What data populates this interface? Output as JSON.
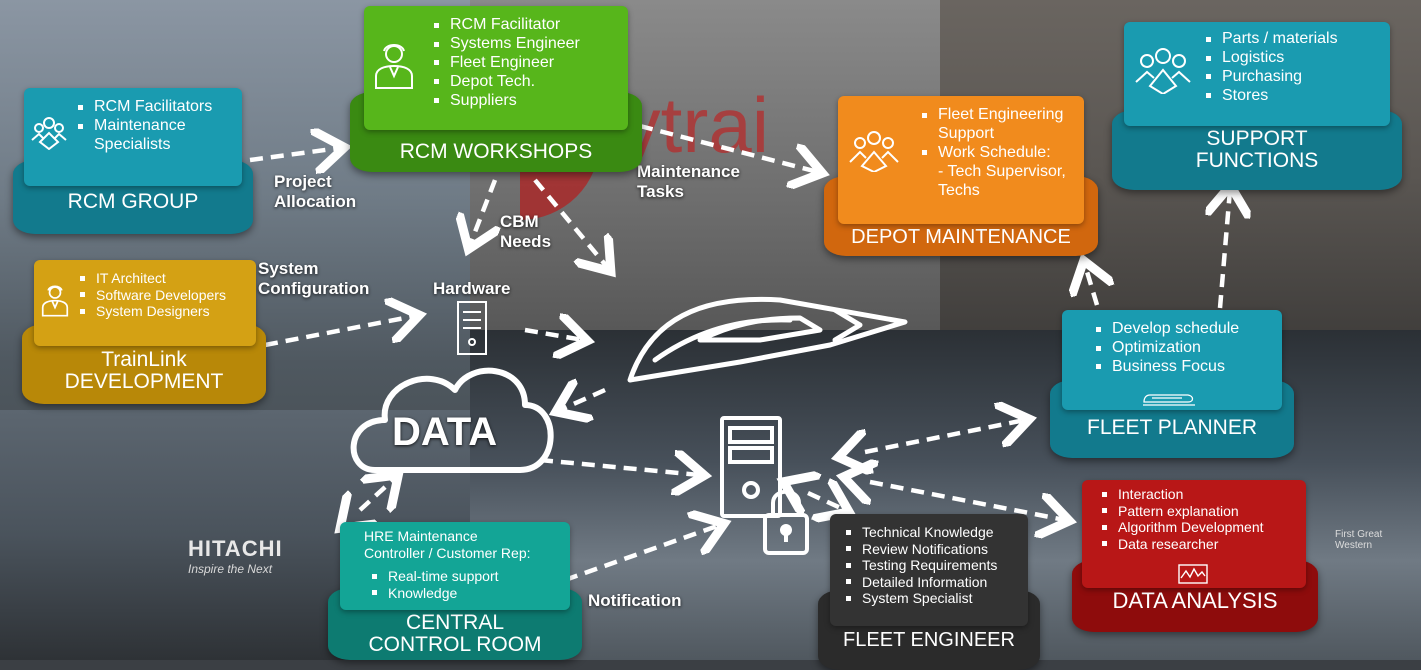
{
  "diagram": {
    "rcm_group": {
      "items": [
        "RCM Facilitators",
        "Maintenance Specialists"
      ],
      "title": "RCM GROUP",
      "icon": "team-icon"
    },
    "rcm_workshops": {
      "items": [
        "RCM Facilitator",
        "Systems Engineer",
        "Fleet Engineer",
        "Depot Tech.",
        "Suppliers"
      ],
      "title": "RCM WORKSHOPS",
      "icon": "engineer-icon"
    },
    "depot_maintenance": {
      "items": [
        "Fleet Engineering Support",
        "Work Schedule:"
      ],
      "sub_items": [
        "- Tech Supervisor,",
        "Techs"
      ],
      "title": "DEPOT MAINTENANCE",
      "icon": "team-icon"
    },
    "support_functions": {
      "items": [
        "Parts / materials",
        "Logistics",
        "Purchasing",
        "Stores"
      ],
      "title_line1": "SUPPORT",
      "title_line2": "FUNCTIONS",
      "icon": "team-icon"
    },
    "trainlink": {
      "items": [
        "IT Architect",
        "Software Developers",
        "System Designers"
      ],
      "title_line1": "TrainLink",
      "title_line2": "DEVELOPMENT",
      "icon": "engineer-icon"
    },
    "fleet_planner": {
      "items": [
        "Develop schedule",
        "Optimization",
        "Business Focus"
      ],
      "title": "FLEET PLANNER",
      "icon": "train-icon"
    },
    "data_analysis": {
      "items": [
        "Interaction",
        "Pattern explanation",
        "Algorithm Development",
        "Data researcher"
      ],
      "title": "DATA ANALYSIS",
      "icon": "line-chart-icon"
    },
    "fleet_engineer": {
      "items": [
        "Technical Knowledge",
        "Review Notifications",
        "Testing Requirements",
        "Detailed Information",
        "System Specialist"
      ],
      "title": "FLEET ENGINEER"
    },
    "central_control": {
      "intro_line1": "HRE Maintenance",
      "intro_line2": "Controller / Customer Rep:",
      "items": [
        "Real-time support",
        "Knowledge"
      ],
      "title_line1": "CENTRAL",
      "title_line2": "CONTROL ROOM"
    },
    "labels": {
      "project_allocation": [
        "Project",
        "Allocation"
      ],
      "cbm_needs": [
        "CBM",
        "Needs"
      ],
      "maintenance_tasks": [
        "Maintenance",
        "Tasks"
      ],
      "system_configuration": [
        "System",
        "Configuration"
      ],
      "hardware": "Hardware",
      "notification": "Notification",
      "data": "DATA"
    },
    "background_text": {
      "brand": "tytrai",
      "building_sign": "HITACHI",
      "building_tagline": "Inspire the Next",
      "train_livery": "First Great Western"
    }
  }
}
